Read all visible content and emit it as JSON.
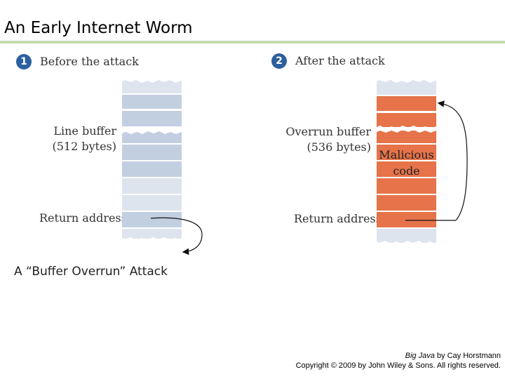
{
  "slide": {
    "title": "An Early Internet Worm"
  },
  "panel_before": {
    "number": "1",
    "heading": "Before the attack",
    "line_buffer_label_1": "Line buffer",
    "line_buffer_label_2": "(512 bytes)",
    "return_address_label": "Return address"
  },
  "panel_after": {
    "number": "2",
    "heading": "After the attack",
    "overrun_label_1": "Overrun buffer",
    "overrun_label_2": "(536 bytes)",
    "malicious_1": "Malicious",
    "malicious_2": "code",
    "return_address_label": "Return address"
  },
  "caption": "A “Buffer Overrun” Attack",
  "footer": {
    "book": "Big Java",
    "author_suffix": " by Cay Horstmann",
    "copyright": "Copyright © 2009 by John Wiley & Sons.  All rights reserved."
  },
  "colors": {
    "badge": "#2c5f9f",
    "buffer_blue": "#c2cfe1",
    "buffer_light": "#dde4ee",
    "overrun_orange": "#e6734a",
    "title_rule": "#c4dcae"
  }
}
